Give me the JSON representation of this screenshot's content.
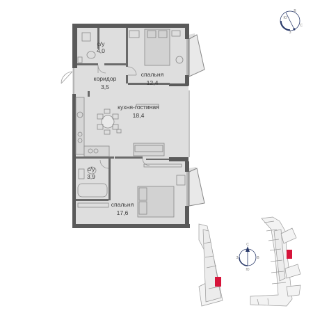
{
  "rooms": [
    {
      "id": "bath1",
      "name": "с/у",
      "area": "4,0"
    },
    {
      "id": "bedroom1",
      "name": "спальня",
      "area": "12,4"
    },
    {
      "id": "corridor",
      "name": "коридор",
      "area": "3,5"
    },
    {
      "id": "kitchen",
      "name": "кухня-гостиная",
      "area": "18,4"
    },
    {
      "id": "bath2",
      "name": "с/у",
      "area": "3,9"
    },
    {
      "id": "bedroom2",
      "name": "спальня",
      "area": "17,6"
    }
  ],
  "compass": {
    "top": {
      "letters": [
        "Ю",
        "В",
        "С",
        "З"
      ]
    },
    "site": {
      "letters": [
        "С",
        "Ю",
        "З",
        "В"
      ]
    }
  },
  "colors": {
    "room_fill": "#dedede",
    "wall": "#5a5a5a",
    "highlight": "#d6143a",
    "block_outline": "#9a9a9a"
  }
}
